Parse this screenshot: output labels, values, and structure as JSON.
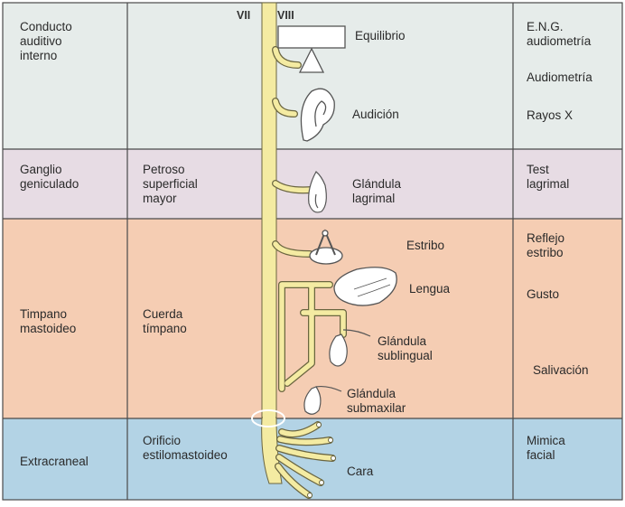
{
  "colors": {
    "band_top": "#e6ecea",
    "band_geniculate": "#e7dce4",
    "band_tympanic": "#f5cdb3",
    "band_extracranial": "#b3d3e5",
    "nerve_fill": "#f4eba2",
    "nerve_stroke": "#6a6540",
    "grid_line": "#4a4a4a"
  },
  "nerves": {
    "vii": "VII",
    "viii": "VIII"
  },
  "sections": [
    {
      "location": "Conducto\nauditivo\ninterno",
      "branch": "",
      "tests": [
        "E.N.G.\naudiometría",
        "Audiometría",
        "Rayos X"
      ]
    },
    {
      "location": "Ganglio\ngeniculado",
      "branch": "Petroso\nsuperficial\nmayor",
      "tests": [
        "Test\nlagrimal"
      ]
    },
    {
      "location": "Timpano\nmastoideo",
      "branch": "Cuerda\ntímpano",
      "tests": [
        "Reflejo\nestribo",
        "Gusto",
        "Salivación"
      ]
    },
    {
      "location": "Extracraneal",
      "branch": "Orificio\nestilomastoideo",
      "tests": [
        "Mimica\nfacial"
      ]
    }
  ],
  "functions": {
    "equilibrio": "Equilibrio",
    "audicion": "Audición",
    "glandula_lagrimal": "Glándula\nlagrimal",
    "estribo": "Estribo",
    "lengua": "Lengua",
    "glandula_sublingual": "Glándula\nsublingual",
    "glandula_submaxilar": "Glándula\nsubmaxilar",
    "cara": "Cara"
  },
  "icons": [
    "balance-icon",
    "ear-icon",
    "tear-gland-icon",
    "stapes-icon",
    "tongue-icon",
    "gland-icon",
    "face-muscle-icon"
  ]
}
